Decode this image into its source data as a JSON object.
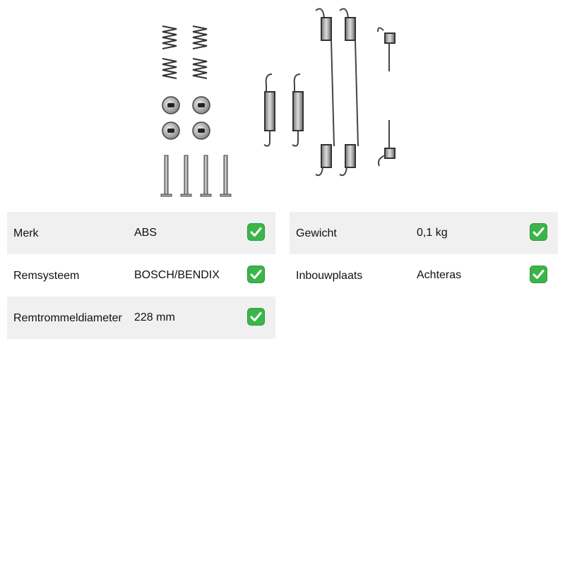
{
  "product": {
    "image_icon": "brake-shoe-fitting-kit-icon"
  },
  "specs_left": [
    {
      "label": "Merk",
      "value": "ABS",
      "check_icon": "green-checkmark-icon"
    },
    {
      "label": "Remsysteem",
      "value": "BOSCH/BENDIX",
      "check_icon": "green-checkmark-icon"
    },
    {
      "label": "Remtrommeldiameter",
      "value": "228 mm",
      "check_icon": "green-checkmark-icon"
    }
  ],
  "specs_right": [
    {
      "label": "Gewicht",
      "value": "0,1 kg",
      "check_icon": "green-checkmark-icon"
    },
    {
      "label": "Inbouwplaats",
      "value": "Achteras",
      "check_icon": "green-checkmark-icon"
    }
  ],
  "colors": {
    "row_shade": "#f0f0f0",
    "check_green": "#3bb54a",
    "part_stroke": "#555555"
  }
}
